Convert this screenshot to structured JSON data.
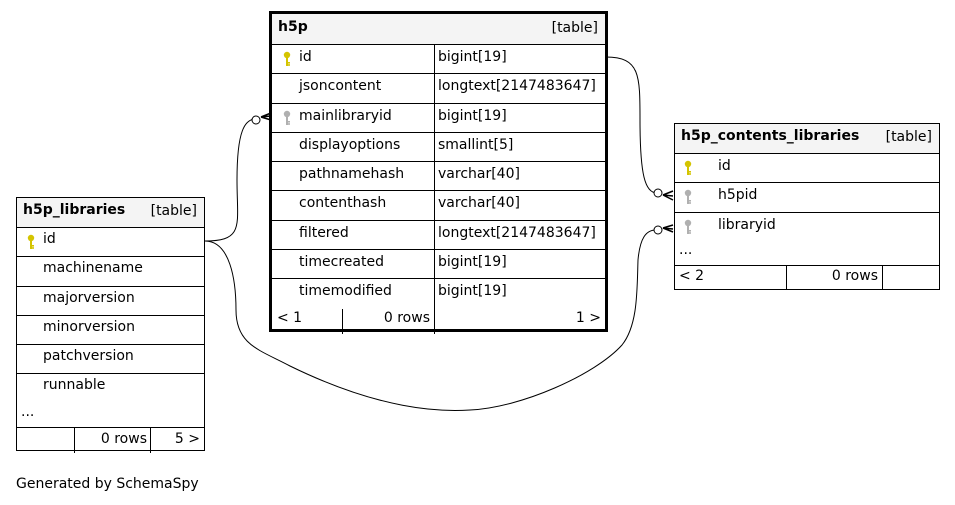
{
  "colors": {
    "primary_key": "#d4c400",
    "foreign_key": "#b0b0b0",
    "header_bg": "#f4f4f4"
  },
  "tables": {
    "h5p": {
      "name": "h5p",
      "type": "[table]",
      "columns": [
        {
          "name": "id",
          "type": "bigint[19]",
          "key": "primary"
        },
        {
          "name": "jsoncontent",
          "type": "longtext[2147483647]",
          "key": ""
        },
        {
          "name": "mainlibraryid",
          "type": "bigint[19]",
          "key": "foreign"
        },
        {
          "name": "displayoptions",
          "type": "smallint[5]",
          "key": ""
        },
        {
          "name": "pathnamehash",
          "type": "varchar[40]",
          "key": ""
        },
        {
          "name": "contenthash",
          "type": "varchar[40]",
          "key": ""
        },
        {
          "name": "filtered",
          "type": "longtext[2147483647]",
          "key": ""
        },
        {
          "name": "timecreated",
          "type": "bigint[19]",
          "key": ""
        },
        {
          "name": "timemodified",
          "type": "bigint[19]",
          "key": ""
        }
      ],
      "footer": {
        "parents": "< 1",
        "rows": "0 rows",
        "children": "1 >"
      }
    },
    "h5p_libraries": {
      "name": "h5p_libraries",
      "type": "[table]",
      "columns": [
        {
          "name": "id",
          "key": "primary"
        },
        {
          "name": "machinename",
          "key": ""
        },
        {
          "name": "majorversion",
          "key": ""
        },
        {
          "name": "minorversion",
          "key": ""
        },
        {
          "name": "patchversion",
          "key": ""
        },
        {
          "name": "runnable",
          "key": ""
        }
      ],
      "ellipsis": "...",
      "footer": {
        "parents": "",
        "rows": "0 rows",
        "children": "5 >"
      }
    },
    "h5p_contents_libraries": {
      "name": "h5p_contents_libraries",
      "type": "[table]",
      "columns": [
        {
          "name": "id",
          "key": "primary"
        },
        {
          "name": "h5pid",
          "key": "foreign"
        },
        {
          "name": "libraryid",
          "key": "foreign"
        }
      ],
      "ellipsis": "...",
      "footer": {
        "parents": "< 2",
        "rows": "0 rows",
        "children": ""
      }
    }
  },
  "credit": "Generated by SchemaSpy"
}
